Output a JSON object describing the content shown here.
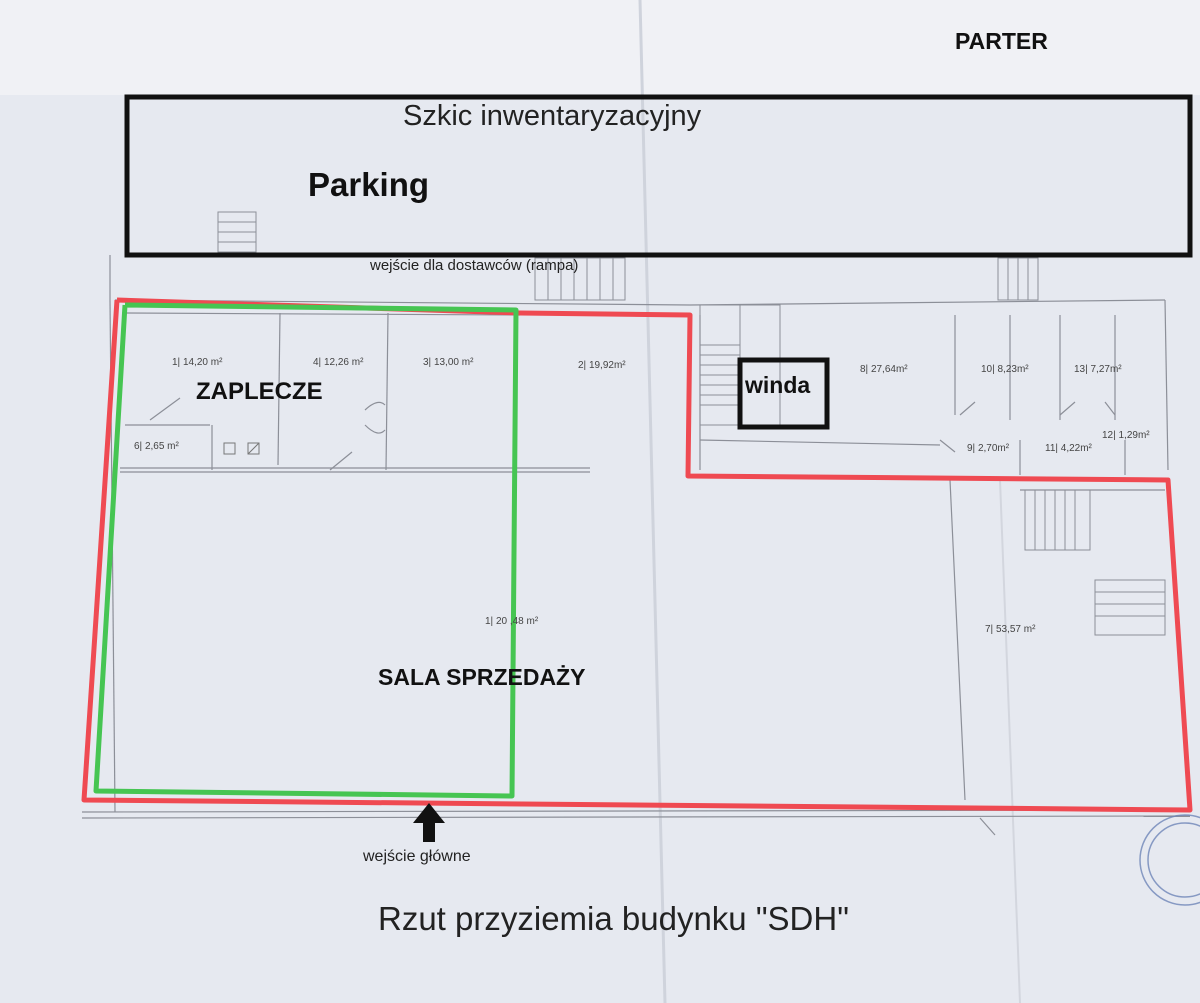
{
  "header": {
    "floor": "PARTER",
    "subtitle": "Szkic inwentaryzacyjny"
  },
  "labels": {
    "parking": "Parking",
    "delivery_entrance": "wejście dla dostawców (rampa)",
    "backroom": "ZAPLECZE",
    "elevator": "winda",
    "sales_hall": "SALA SPRZEDAŻY",
    "main_entrance": "wejście główne"
  },
  "rooms": [
    {
      "id": "room-1",
      "text": "1| 14,20 m²"
    },
    {
      "id": "room-4",
      "text": "4| 12,26 m²"
    },
    {
      "id": "room-3",
      "text": "3| 13,00 m²"
    },
    {
      "id": "room-2",
      "text": "2| 19,92m²"
    },
    {
      "id": "room-6",
      "text": "6| 2,65 m²"
    },
    {
      "id": "room-8",
      "text": "8| 27,64m²"
    },
    {
      "id": "room-10",
      "text": "10| 8,23m²"
    },
    {
      "id": "room-13",
      "text": "13| 7,27m²"
    },
    {
      "id": "room-9",
      "text": "9| 2,70m²"
    },
    {
      "id": "room-11",
      "text": "11| 4,22m²"
    },
    {
      "id": "room-12",
      "text": "12| 1,29m²"
    },
    {
      "id": "room-sales",
      "text": "1| 20 ,48 m²"
    },
    {
      "id": "room-7",
      "text": "7| 53,57 m²"
    }
  ],
  "footer": {
    "caption": "Rzut przyziemia budynku \"SDH\""
  },
  "colors": {
    "red_outline": "#ef4a52",
    "green_outline": "#46c552",
    "black_frame": "#111111",
    "paper": "#e6e9f0",
    "drawing_lines": "#8c8f98"
  }
}
